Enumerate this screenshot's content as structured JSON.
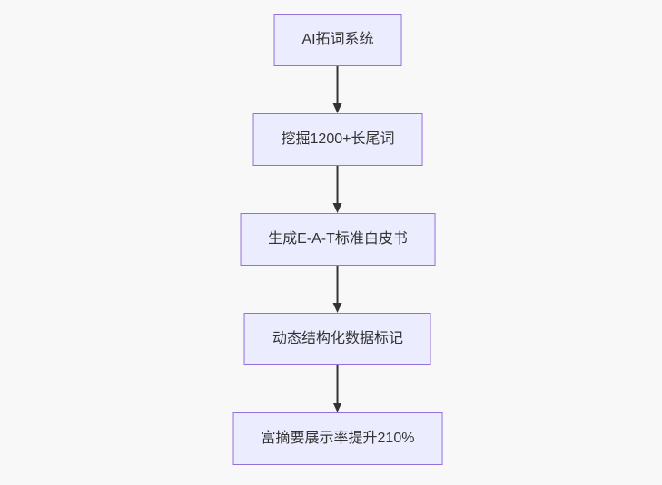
{
  "flowchart": {
    "direction": "top-down",
    "nodes": [
      {
        "id": "node-1",
        "label": "AI拓词系统"
      },
      {
        "id": "node-2",
        "label": "挖掘1200+长尾词"
      },
      {
        "id": "node-3",
        "label": "生成E-A-T标准白皮书"
      },
      {
        "id": "node-4",
        "label": "动态结构化数据标记"
      },
      {
        "id": "node-5",
        "label": "富摘要展示率提升210%"
      }
    ],
    "edges": [
      {
        "from": "node-1",
        "to": "node-2"
      },
      {
        "from": "node-2",
        "to": "node-3"
      },
      {
        "from": "node-3",
        "to": "node-4"
      },
      {
        "from": "node-4",
        "to": "node-5"
      }
    ]
  },
  "colors": {
    "background": "#f8f8f8",
    "node_fill": "#ECECFF",
    "node_border": "#9370DB",
    "node_text": "#333333",
    "arrow": "#333333"
  }
}
